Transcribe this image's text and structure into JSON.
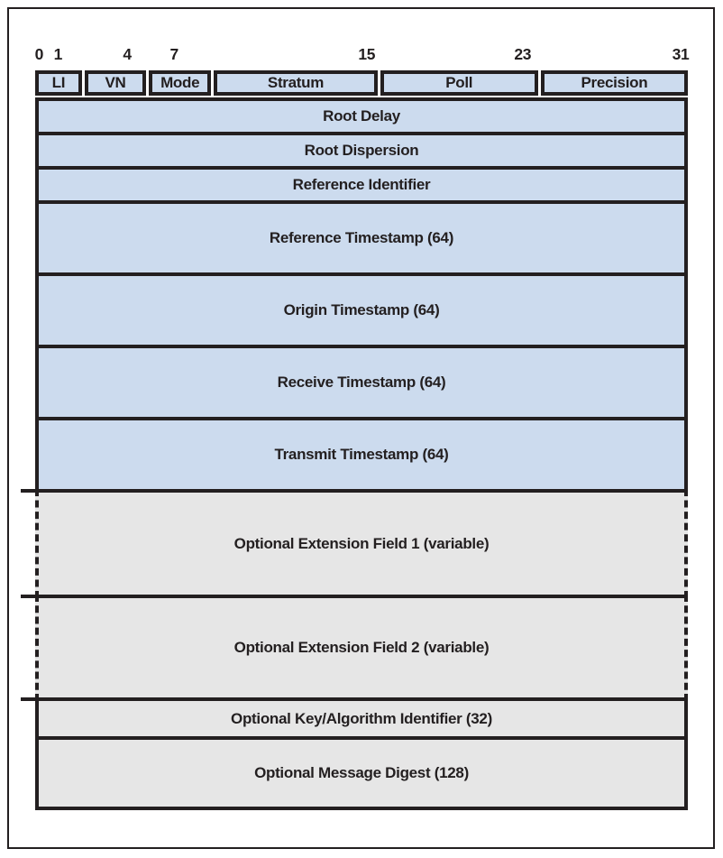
{
  "bit_scale": {
    "b0": "0",
    "b1": "1",
    "b4": "4",
    "b7": "7",
    "b15": "15",
    "b23": "23",
    "b31": "31"
  },
  "header_row": {
    "li": "LI",
    "vn": "VN",
    "mode": "Mode",
    "stratum": "Stratum",
    "poll": "Poll",
    "precision": "Precision"
  },
  "rows": {
    "root_delay": "Root Delay",
    "root_dispersion": "Root Dispersion",
    "reference_identifier": "Reference Identifier",
    "reference_timestamp": "Reference Timestamp (64)",
    "origin_timestamp": "Origin Timestamp (64)",
    "receive_timestamp": "Receive Timestamp (64)",
    "transmit_timestamp": "Transmit Timestamp (64)",
    "extension_field_1": "Optional Extension Field 1 (variable)",
    "extension_field_2": "Optional Extension Field 2 (variable)",
    "key_algorithm_identifier": "Optional Key/Algorithm Identifier (32)",
    "message_digest": "Optional Message Digest (128)"
  },
  "colors": {
    "field_blue": "#ccdbee",
    "optional_gray": "#e6e6e6",
    "line_black": "#231f20"
  }
}
